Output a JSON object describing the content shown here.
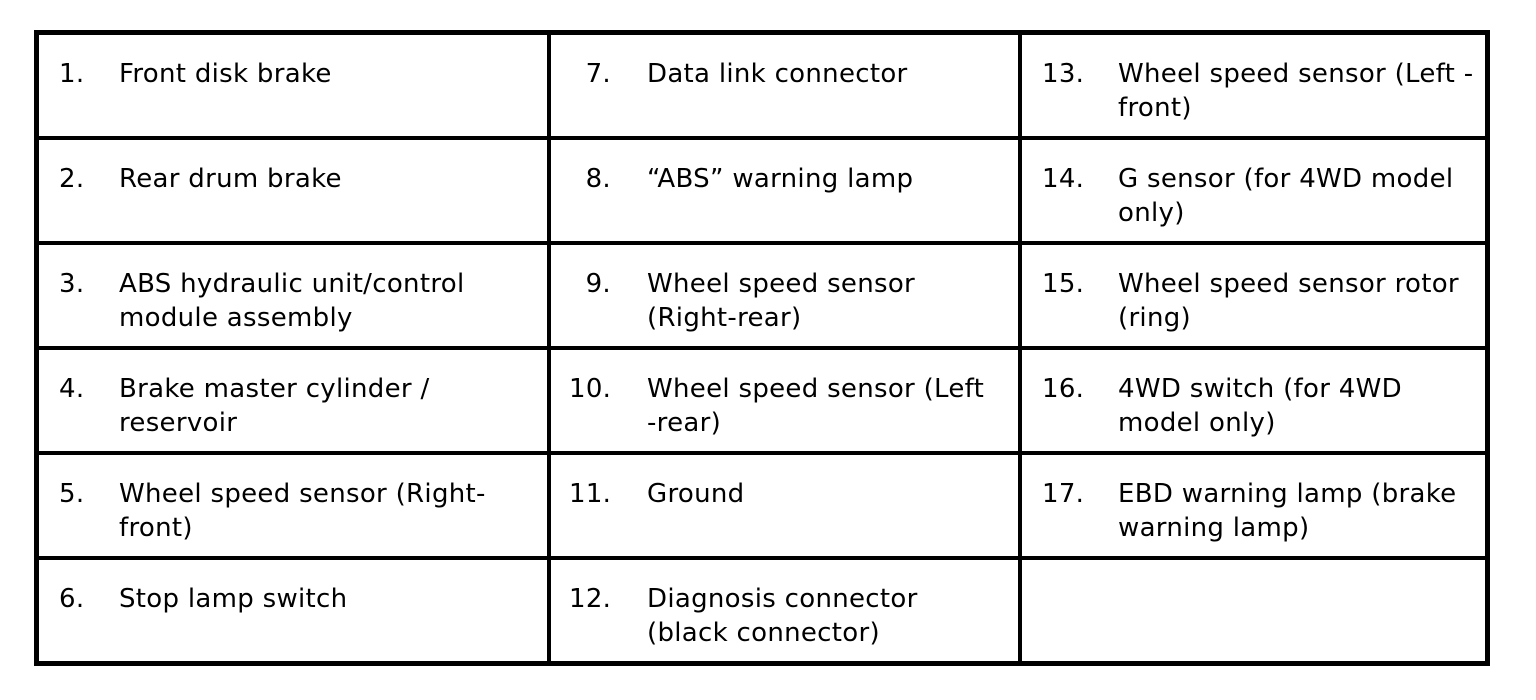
{
  "legend": {
    "columns": [
      [
        {
          "num": "1.",
          "text": "Front disk brake"
        },
        {
          "num": "2.",
          "text": "Rear drum brake"
        },
        {
          "num": "3.",
          "text": "ABS hydraulic unit/control module assembly"
        },
        {
          "num": "4.",
          "text": "Brake master cylinder / reservoir"
        },
        {
          "num": "5.",
          "text": "Wheel speed sensor (Right-front)"
        },
        {
          "num": "6.",
          "text": "Stop lamp switch"
        }
      ],
      [
        {
          "num": "7.",
          "text": "Data link connector"
        },
        {
          "num": "8.",
          "text": "“ABS” warning lamp"
        },
        {
          "num": "9.",
          "text": "Wheel speed sensor (Right-rear)"
        },
        {
          "num": "10.",
          "text": "Wheel speed sensor (Left -rear)"
        },
        {
          "num": "11.",
          "text": "Ground"
        },
        {
          "num": "12.",
          "text": "Diagnosis connector (black connector)"
        }
      ],
      [
        {
          "num": "13.",
          "text": "Wheel speed sensor (Left -front)"
        },
        {
          "num": "14.",
          "text": "G sensor (for 4WD model only)"
        },
        {
          "num": "15.",
          "text": "Wheel speed sensor rotor (ring)"
        },
        {
          "num": "16.",
          "text": "4WD switch (for 4WD model only)"
        },
        {
          "num": "17.",
          "text": "EBD warning lamp (brake warning lamp)"
        },
        {
          "num": "",
          "text": ""
        }
      ]
    ]
  }
}
